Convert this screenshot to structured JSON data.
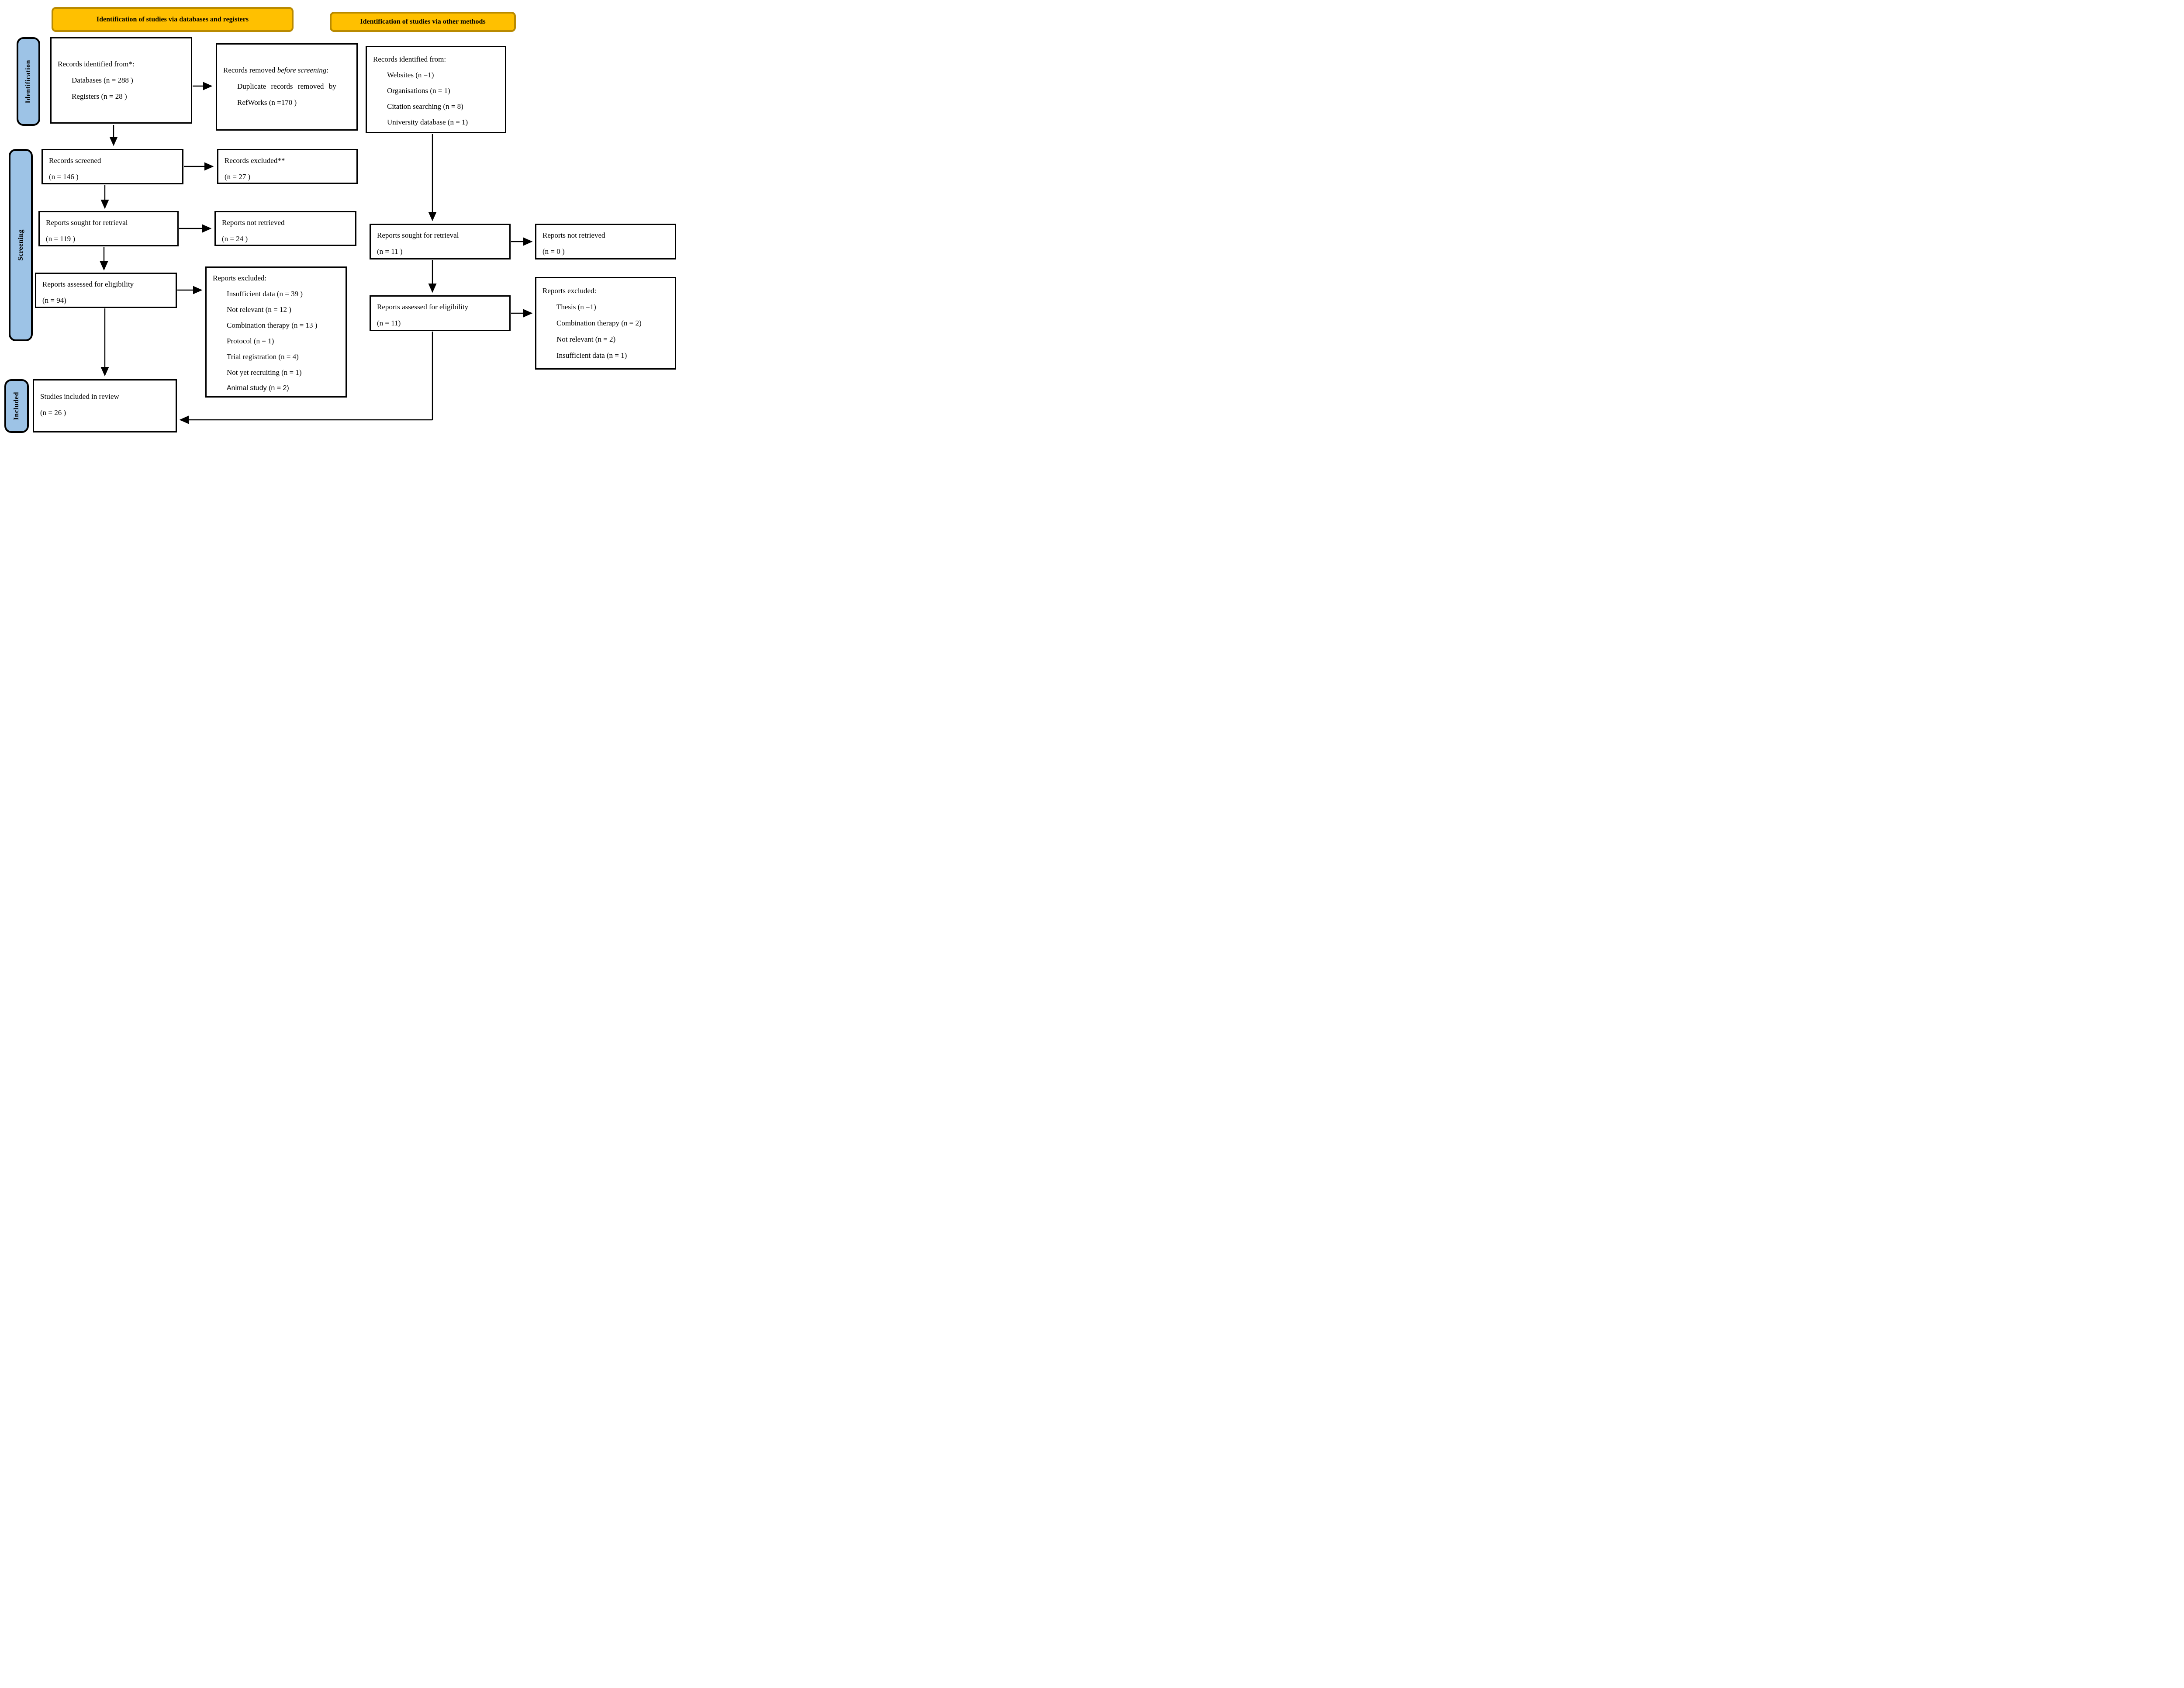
{
  "banners": {
    "left": "Identification of studies via databases and registers",
    "right": "Identification of studies via other methods"
  },
  "stages": {
    "identification": "Identification",
    "screening": "Screening",
    "included": "Included"
  },
  "colors": {
    "banner_fill": "#FFC000",
    "banner_border": "#B98A00",
    "stage_fill": "#9DC3E6",
    "box_border": "#000000",
    "arrow": "#000000"
  },
  "boxes": {
    "records_identified_db": {
      "title": "Records identified from*:",
      "items": [
        "Databases (n = 288 )",
        "Registers (n = 28 )"
      ]
    },
    "records_removed": {
      "title_prefix": "Records removed ",
      "title_italic": "before screening",
      "title_suffix": ":",
      "items": [
        "Duplicate records removed by",
        "RefWorks  (n =170 )"
      ]
    },
    "records_identified_other": {
      "title": "Records identified from:",
      "items": [
        "Websites (n =1)",
        "Organisations (n = 1)",
        "Citation searching (n = 8)",
        "University database (n = 1)"
      ]
    },
    "records_screened": {
      "title": "Records screened",
      "n": "(n = 146 )"
    },
    "records_excluded": {
      "title": "Records excluded**",
      "n": "(n = 27 )"
    },
    "reports_sought_db": {
      "title": "Reports sought for retrieval",
      "n": "(n = 119 )"
    },
    "reports_not_retrieved_db": {
      "title": "Reports not retrieved",
      "n": "(n = 24 )"
    },
    "reports_assessed_db": {
      "title": "Reports assessed for eligibility",
      "n": "(n = 94)"
    },
    "reports_excluded_db": {
      "title": "Reports excluded:",
      "items": [
        "Insufficient data (n = 39 )",
        "Not relevant (n = 12 )",
        "Combination therapy (n = 13 )",
        "Protocol (n = 1)",
        "Trial registration (n = 4)",
        "Not yet recruiting (n = 1)",
        "Animal study (n = 2)"
      ]
    },
    "reports_sought_other": {
      "title": "Reports sought for retrieval",
      "n": "(n = 11 )"
    },
    "reports_not_retrieved_other": {
      "title": "Reports not retrieved",
      "n": "(n = 0 )"
    },
    "reports_assessed_other": {
      "title": "Reports assessed for eligibility",
      "n": "(n = 11)"
    },
    "reports_excluded_other": {
      "title": "Reports excluded:",
      "items": [
        "Thesis (n =1)",
        "Combination therapy (n = 2)",
        "Not relevant (n = 2)",
        "Insufficient data (n = 1)"
      ]
    },
    "studies_included": {
      "title": "Studies included in review",
      "n": "(n = 26 )"
    }
  }
}
